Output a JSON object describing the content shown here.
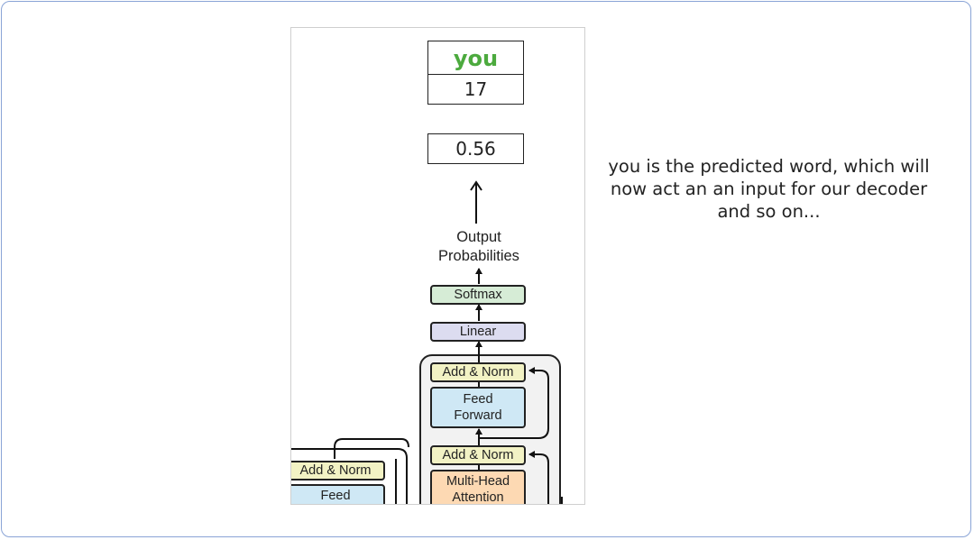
{
  "diagram": {
    "predicted_word": "you",
    "token_id": "17",
    "probability": "0.56",
    "output_label_line1": "Output",
    "output_label_line2": "Probabilities",
    "softmax": "Softmax",
    "linear": "Linear",
    "add_norm_top": "Add & Norm",
    "feed_forward_line1": "Feed",
    "feed_forward_line2": "Forward",
    "add_norm_mid": "Add & Norm",
    "multi_head_line1": "Multi-Head",
    "multi_head_line2": "Attention",
    "encoder_add_norm": "Add & Norm",
    "encoder_feed": "Feed"
  },
  "caption": {
    "line1": "you is the predicted word, which will",
    "line2": "now act an an input for our decoder",
    "line3": "and so on..."
  },
  "colors": {
    "predicted_word": "#4caa3e",
    "frame_border": "#8aa4d6",
    "softmax": "#d6ecd6",
    "linear": "#dcdcf0",
    "add_norm": "#f2f2c4",
    "feed_forward": "#cfe8f5",
    "multi_head_attention": "#fdd9b3"
  }
}
